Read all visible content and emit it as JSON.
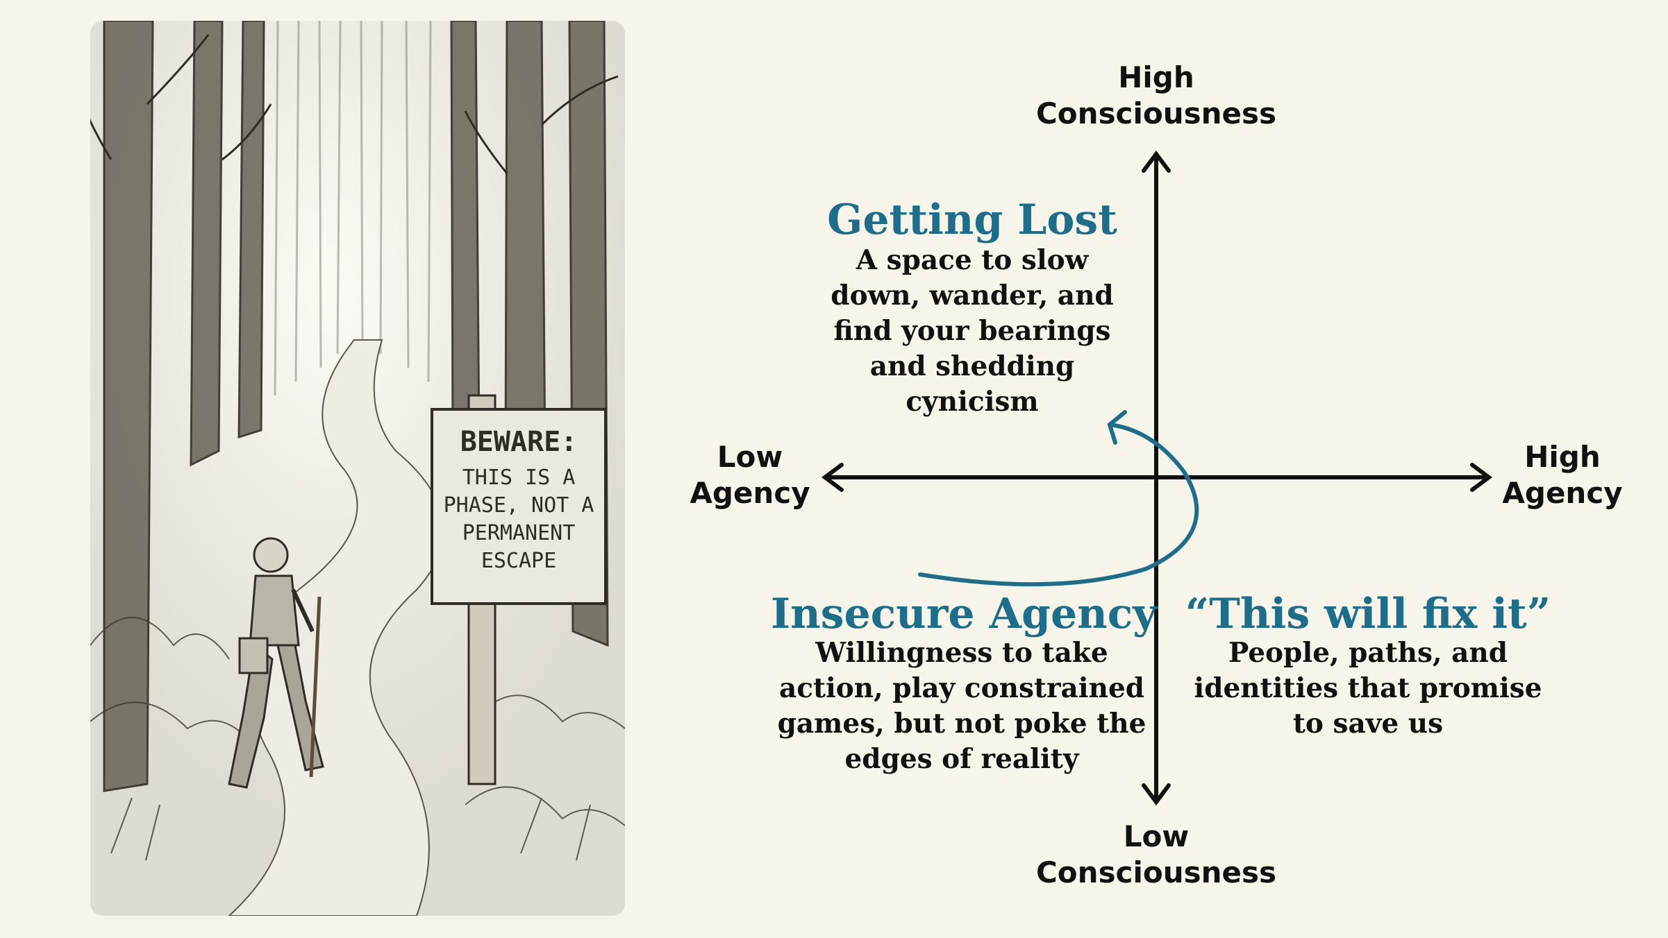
{
  "sign": {
    "heading": "BEWARE:",
    "lines": [
      "THIS IS A",
      "PHASE, NOT A",
      "PERMANENT",
      "ESCAPE"
    ]
  },
  "axes": {
    "top": [
      "High",
      "Consciousness"
    ],
    "bottom": [
      "Low",
      "Consciousness"
    ],
    "left": [
      "Low",
      "Agency"
    ],
    "right": [
      "High",
      "Agency"
    ]
  },
  "quadrants": {
    "top_left": {
      "title": "Getting Lost",
      "body": "A space to slow\ndown, wander, and\nfind your bearings\nand shedding\ncynicism"
    },
    "bottom_left": {
      "title": "Insecure Agency",
      "body": "Willingness to take\naction, play constrained\ngames, but not poke the\nedges of reality"
    },
    "bottom_right": {
      "title": "“This will fix it”",
      "body": "People, paths, and\nidentities that promise\nto save us"
    }
  },
  "colors": {
    "background": "#f7f4ea",
    "accent": "#1d6e8a",
    "axis": "#111111",
    "sketch": "#3d3a33",
    "paper": "#ece9df"
  }
}
